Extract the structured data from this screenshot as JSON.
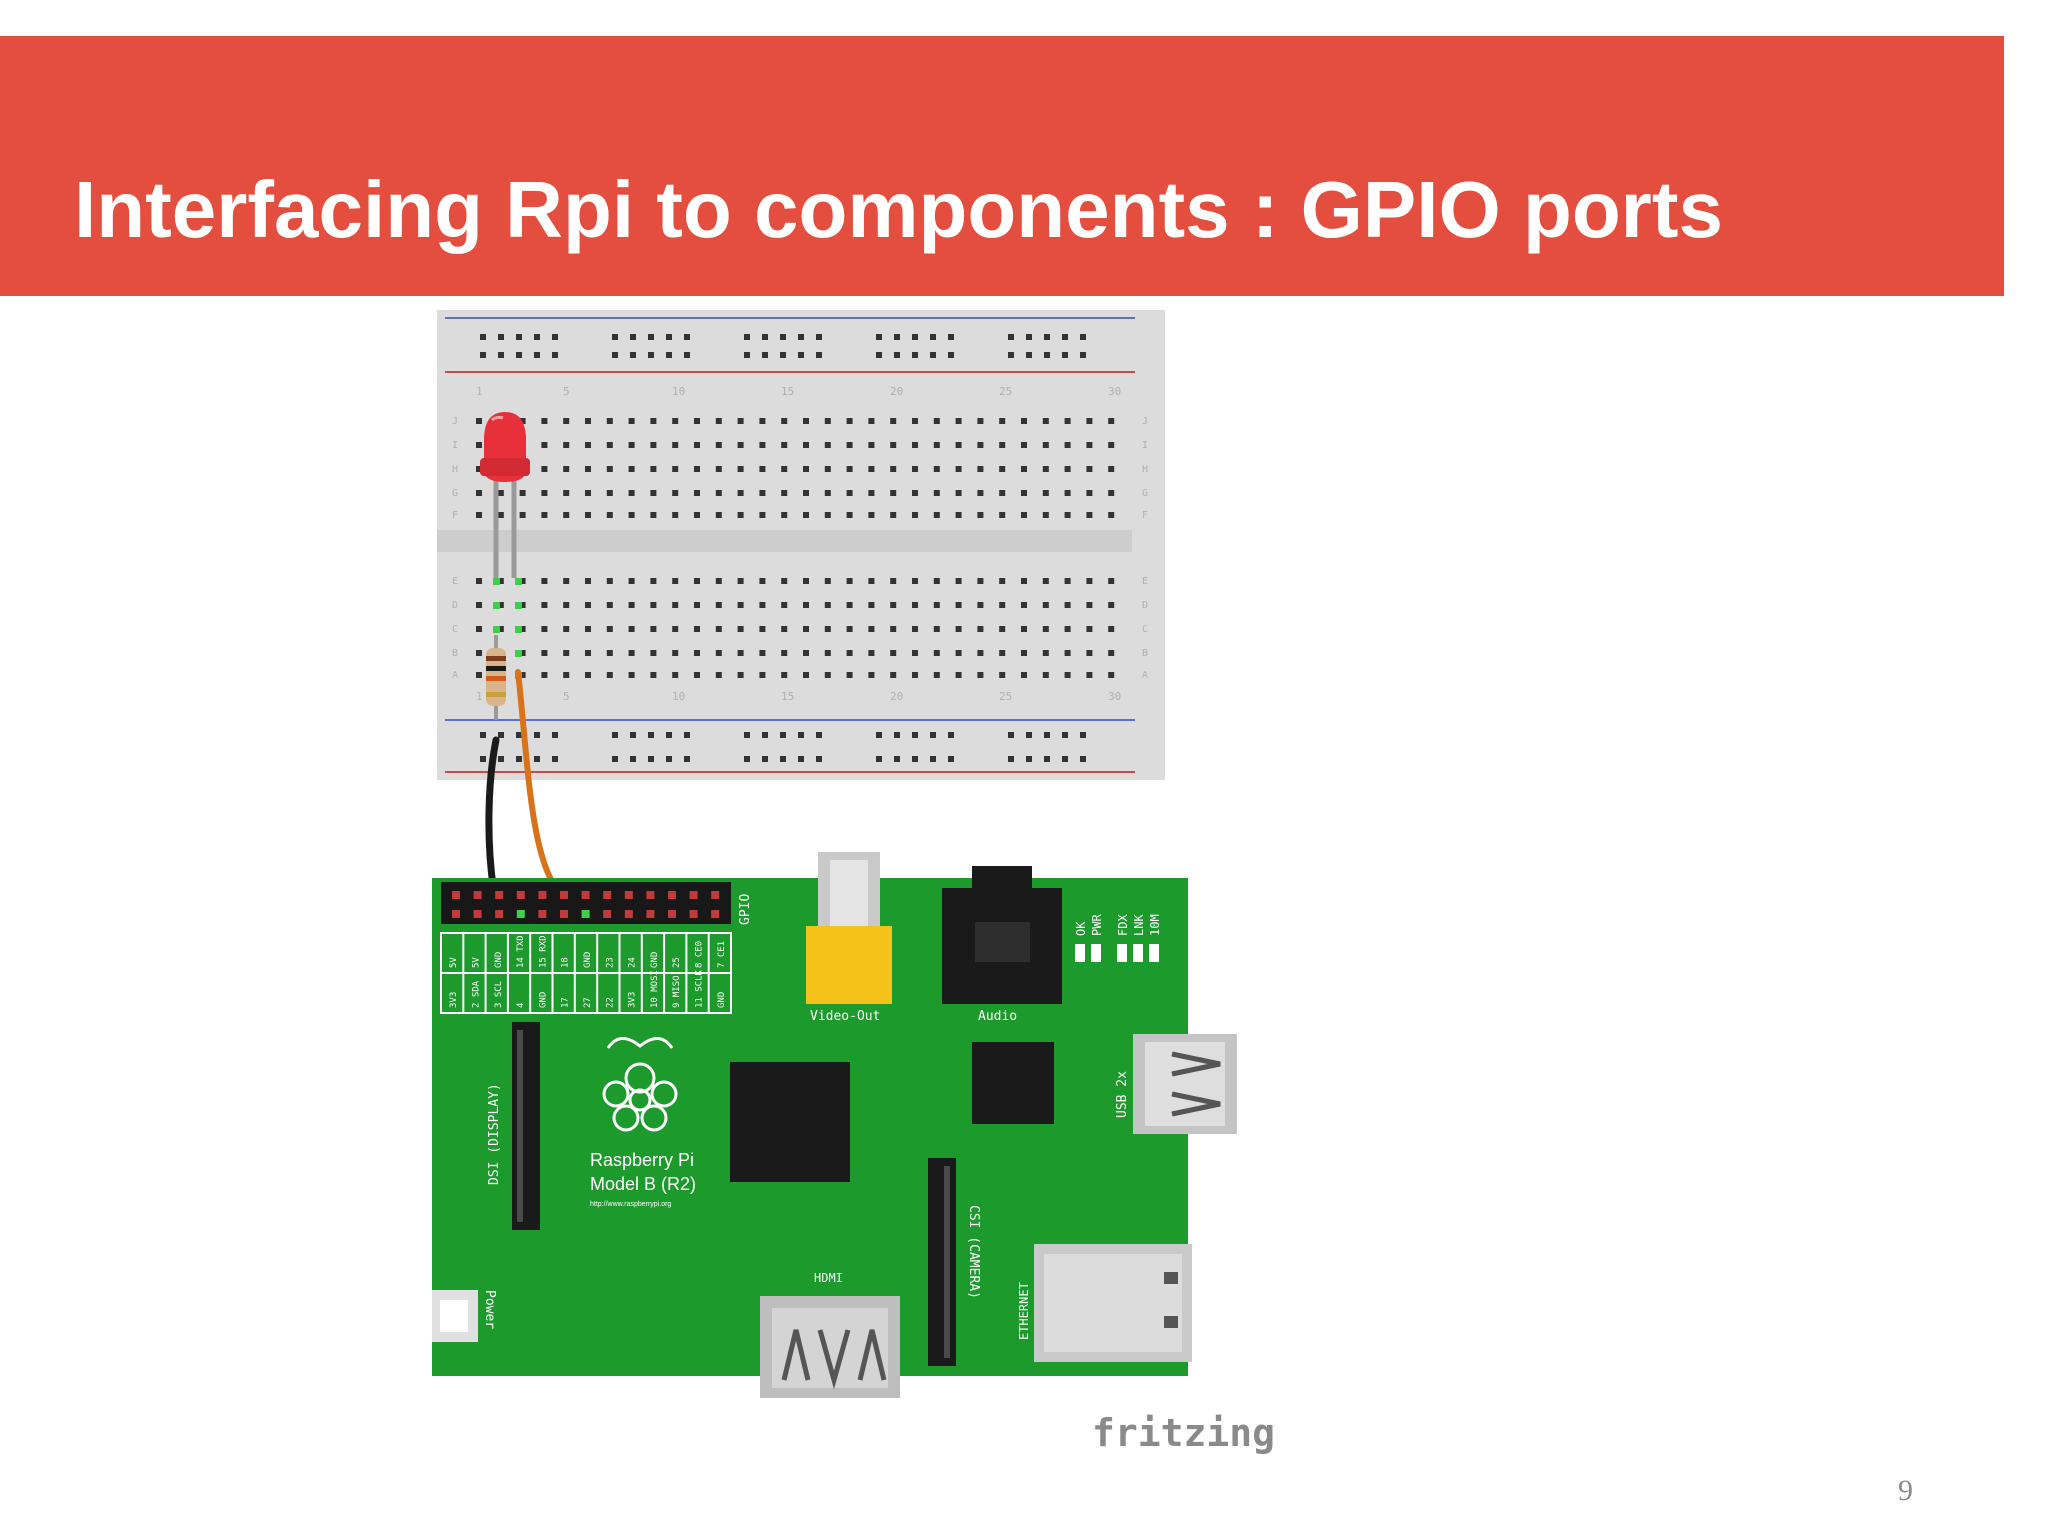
{
  "slide": {
    "title": "Interfacing Rpi to components : GPIO ports",
    "page_number": "9"
  },
  "breadboard": {
    "column_numbers": [
      "1",
      "5",
      "10",
      "15",
      "20",
      "25",
      "30"
    ],
    "row_letters_top": [
      "J",
      "I",
      "H",
      "G",
      "F"
    ],
    "row_letters_bottom": [
      "E",
      "D",
      "C",
      "B",
      "A"
    ]
  },
  "raspberry_pi": {
    "gpio_label": "GPIO",
    "pin_labels_top": [
      "5V",
      "5V",
      "GND",
      "14 TXD",
      "15 RXD",
      "18",
      "GND",
      "23",
      "24",
      "GND",
      "25",
      "8 CE0",
      "7 CE1"
    ],
    "pin_labels_bottom": [
      "3V3",
      "2 SDA",
      "3 SCL",
      "4",
      "GND",
      "17",
      "27",
      "22",
      "3V3",
      "10 MOSI",
      "9 MISO",
      "11 SCLK",
      "GND"
    ],
    "video_out_label": "Video-Out",
    "audio_label": "Audio",
    "status_leds": [
      "OK",
      "PWR",
      "FDX",
      "LNK",
      "10M"
    ],
    "usb_label": "USB 2x",
    "dsi_label": "DSI (DISPLAY)",
    "csi_label": "CSI (CAMERA)",
    "hdmi_label": "HDMI",
    "ethernet_label": "ETHERNET",
    "power_label": "Power",
    "model_name": "Raspberry Pi",
    "model_version": "Model B (R2)",
    "model_url": "http://www.raspberrypi.org"
  },
  "watermark": "fritzing",
  "colors": {
    "title_bar": "#e44e3f",
    "board_green": "#1c9a2c",
    "breadboard_gray": "#dcdcdc",
    "led_red": "#e8303a",
    "wire_orange": "#d8731a",
    "wire_black": "#1a1a1a"
  }
}
